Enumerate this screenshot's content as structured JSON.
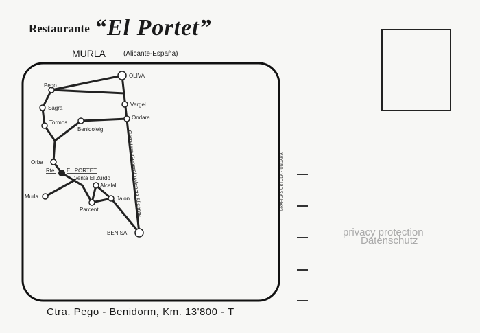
{
  "header": {
    "prefix": "Restaurante",
    "name": "“El Portet”",
    "town": "MURLA",
    "region": "(Alicante-España)"
  },
  "map": {
    "places": {
      "oliva": "OLIVA",
      "pego": "Pego",
      "sagra": "Sagra",
      "tormos": "Tormos",
      "benidoleig": "Benidoleig",
      "vergel": "Vergel",
      "ondara": "Ondara",
      "orba": "Orba",
      "rte": "Rte.",
      "portet": "EL PORTET",
      "venta": "Venta El Zurdo",
      "alcalali": "Alcalali",
      "murla": "Murla",
      "jalon": "Jalon",
      "parcent": "Parcent",
      "benisa": "BENISA"
    },
    "highway": "Carretera General Valencia Alicante"
  },
  "footer": {
    "road": "Ctra. Pego - Benidorm,  Km. 13'800   -   T"
  },
  "printer": "GRÁFICAS ORTOLÁ - ONDARA",
  "watermark": {
    "line1": "privacy protection",
    "line2": "Datenschutz"
  }
}
